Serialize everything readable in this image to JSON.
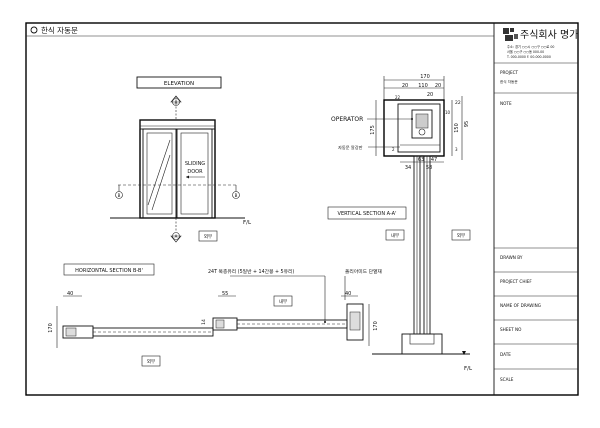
{
  "sheet": {
    "title": "한식 자동문",
    "views": {
      "elevation": {
        "label": "ELEVATION",
        "door_label": [
          "SLIDING",
          "DOOR"
        ],
        "section_markers": [
          "A",
          "A",
          "B",
          "B"
        ],
        "floor_label": "F/L",
        "outside_label": "외부"
      },
      "vertical_section": {
        "label": "VERTICAL SECTION A-A'",
        "operator_label": "OPERATOR",
        "frame_note": "자동문 알강판",
        "inside_label": "내부",
        "outside_label": "외부",
        "floor_label": "F/L",
        "top_dims": [
          "170",
          "20",
          "110",
          "20",
          "20"
        ],
        "left_dims": [
          "175",
          "22"
        ],
        "right_dims": [
          "22",
          "10",
          "150",
          "95",
          "3",
          "2"
        ],
        "bottom_dims": [
          "63",
          "34",
          "47",
          "58"
        ]
      },
      "horizontal_section": {
        "label": "HORIZONTAL SECTION B-B'",
        "glass_note": "24T 복층유리 (5일반 + 14간봉 + 5유리)",
        "frame_note": "폴리아미드 단열재",
        "inside_label": "내부",
        "outside_label": "외부",
        "dims": [
          "40",
          "170",
          "55",
          "14",
          "40",
          "170"
        ]
      }
    }
  },
  "title_block": {
    "company": "주식회사 명가",
    "address_lines": [
      "주소: 경기 ○○시 ○○구 ○○로 00",
      "서울 ○○구 ○○동 000-00",
      "T. 000-0000 F. 00-000-0000"
    ],
    "fields": [
      {
        "label": "PROJECT",
        "value": "한식 자동문"
      },
      {
        "label": "NOTE",
        "value": ""
      },
      {
        "label": "DRAWN BY",
        "value": ""
      },
      {
        "label": "PROJECT CHIEF",
        "value": ""
      },
      {
        "label": "NAME OF DRAWING",
        "value": ""
      },
      {
        "label": "SHEET NO",
        "value": ""
      },
      {
        "label": "DATE",
        "value": ""
      },
      {
        "label": "SCALE",
        "value": ""
      }
    ]
  }
}
